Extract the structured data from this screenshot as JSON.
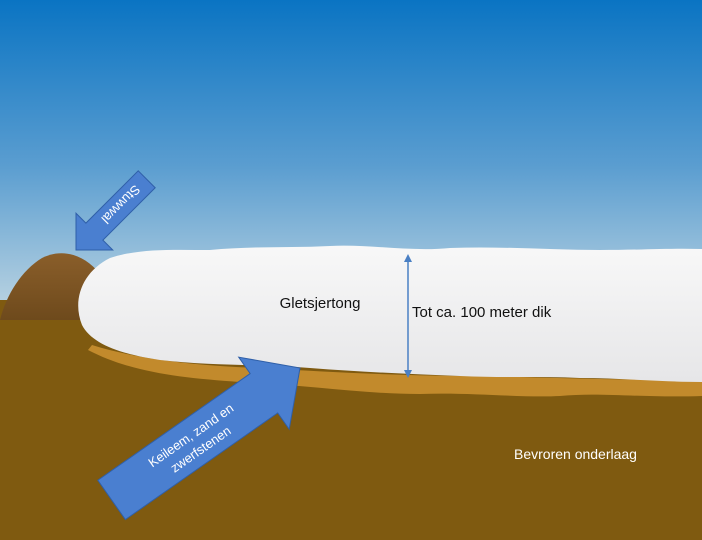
{
  "diagram": {
    "labels": {
      "stuwwal": "Stuwwal",
      "gletsjertong": "Gletsjertong",
      "dikte": "Tot ca. 100 meter dik",
      "keileem_line1": "Keileem, zand en",
      "keileem_line2": "zwerfstenen",
      "bevroren": "Bevroren onderlaag"
    },
    "colors": {
      "sky_top": "#0a74c3",
      "sky_bottom": "#c8dbe4",
      "ground": "#7f5a10",
      "sediment": "#c28a2c",
      "stuwwal_hill": "#855a26",
      "ice": "#f5f5f6",
      "arrow": "#4a7fd0",
      "arrow_border": "#2f5fa8",
      "measure_line": "#4a80c4",
      "label_dark": "#111111",
      "label_light": "#ffffff"
    }
  }
}
